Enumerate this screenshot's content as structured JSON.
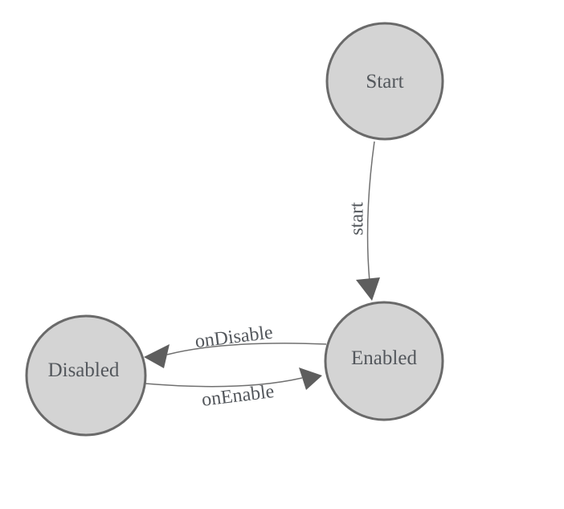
{
  "diagram": {
    "type": "state-machine",
    "background_color": "#ffffff",
    "node_fill_color": "#d4d4d4",
    "node_border_color": "#6a6a6a",
    "edge_line_color": "#707070",
    "arrowhead_color": "#5e5e5e",
    "label_color": "#53575c",
    "nodes": [
      {
        "id": "start",
        "label": "Start"
      },
      {
        "id": "enabled",
        "label": "Enabled"
      },
      {
        "id": "disabled",
        "label": "Disabled"
      }
    ],
    "edges": [
      {
        "from": "start",
        "to": "enabled",
        "label": "start"
      },
      {
        "from": "enabled",
        "to": "disabled",
        "label": "onDisable"
      },
      {
        "from": "disabled",
        "to": "enabled",
        "label": "onEnable"
      }
    ]
  }
}
